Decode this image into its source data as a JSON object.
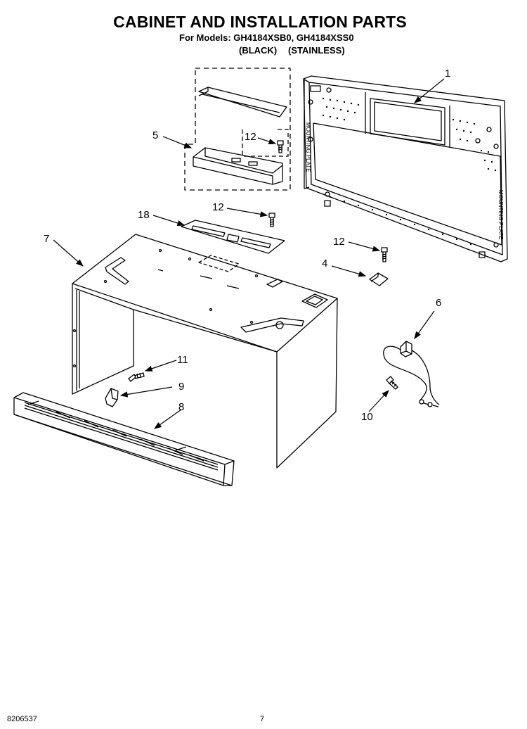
{
  "header": {
    "title": "CABINET AND INSTALLATION PARTS",
    "models": "For Models: GH4184XSB0, GH4184XSS0",
    "variant_black": "(BLACK)",
    "variant_stainless": "(STAINLESS)"
  },
  "diagram": {
    "callouts": [
      "1",
      "5",
      "12",
      "18",
      "12",
      "7",
      "12",
      "4",
      "6",
      "11",
      "9",
      "8",
      "10"
    ],
    "plate_text_side": "MOUNTING PLATE",
    "plate_text_bottom": "MOUNTING PLATE"
  },
  "footer": {
    "doc_number": "8206537",
    "page_number": "7"
  }
}
